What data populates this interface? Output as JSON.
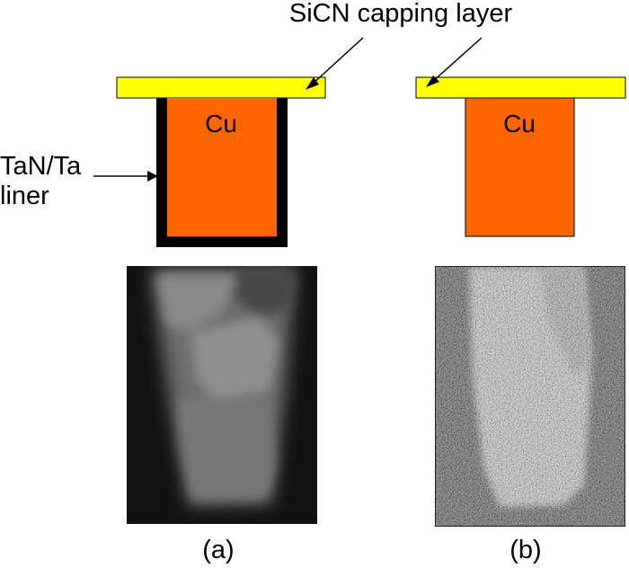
{
  "labels": {
    "capping_layer": "SiCN capping layer",
    "liner": [
      "TaN/Ta",
      "liner"
    ],
    "cu_left": "Cu",
    "cu_right": "Cu",
    "caption_a": "(a)",
    "caption_b": "(b)"
  },
  "colors": {
    "capping": "#ffff00",
    "copper": "#ff6600",
    "liner": "#000000",
    "outline": "#000000"
  }
}
